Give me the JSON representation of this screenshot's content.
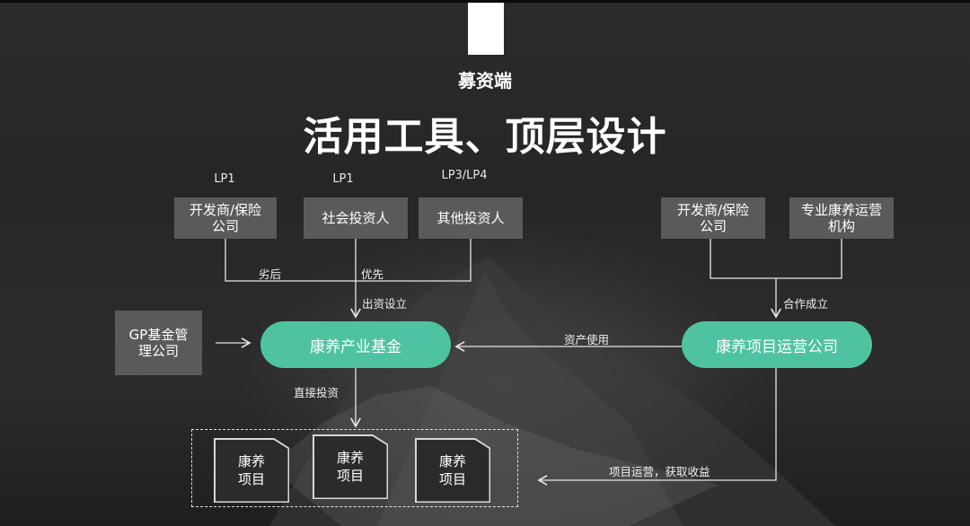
{
  "header": {
    "subtitle": "募资端",
    "title": "活用工具、顶层设计"
  },
  "lp_labels": {
    "lp_a": "LP1",
    "lp_b": "LP1",
    "lp_c": "LP3/LP4"
  },
  "boxes": {
    "developer_left": "开发商/保险\n公司",
    "social_investor": "社会投资人",
    "other_investor": "其他投资人",
    "developer_right": "开发商/保险\n公司",
    "operator_org": "专业康养运营\n机构",
    "gp": "GP基金管\n理公司"
  },
  "pills": {
    "fund": "康养产业基金",
    "operating_company": "康养项目运营公司"
  },
  "edge_labels": {
    "subordinate": "劣后",
    "priority": "优先",
    "fund_setup": "出资设立",
    "co_founded": "合作成立",
    "asset_use": "资产使用",
    "direct_invest": "直接投资",
    "operate_earn": "项目运营，获取收益"
  },
  "projects": [
    "康养\n项目",
    "康养\n项目",
    "康养\n项目"
  ],
  "colors": {
    "accent": "#4fc3a1",
    "box": "#5a5a5a",
    "background": "#262626"
  }
}
